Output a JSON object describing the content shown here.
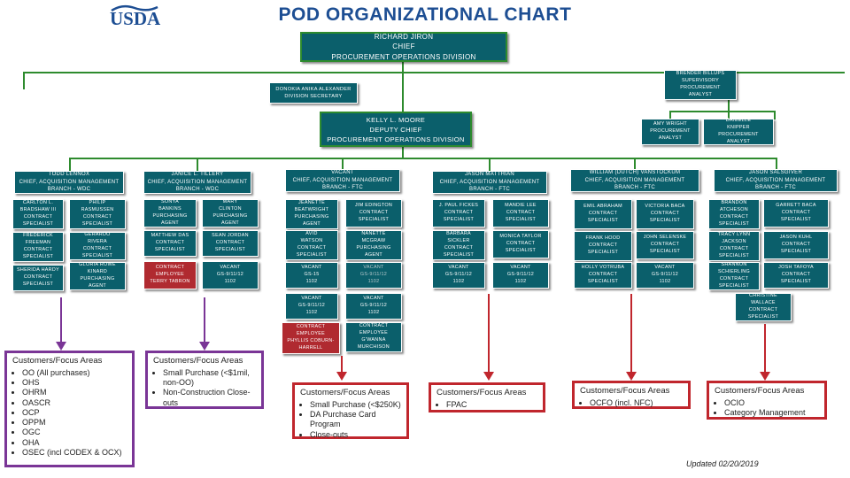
{
  "header": {
    "title": "POD ORGANIZATIONAL CHART",
    "logo_text": "USDA"
  },
  "top": {
    "chief": [
      "RICHARD JIRON",
      "CHIEF",
      "PROCUREMENT OPERATIONS DIVISION"
    ],
    "secretary": [
      "DONOKIA ANIKA ALEXANDER",
      "DIVISION SECRETARY"
    ],
    "supervisory": [
      "BRENDER BILLUPS",
      "SUPERVISORY",
      "PROCUREMENT",
      "ANALYST"
    ],
    "deputy": [
      "KELLY L. MOORE",
      "DEPUTY CHIEF",
      "PROCUREMENT OPERATIONS DIVISION"
    ],
    "analyst1": [
      "AMY WRIGHT",
      "PROCUREMENT",
      "ANALYST"
    ],
    "analyst2": [
      "DANIELLE",
      "KNIPPER",
      "PROCUREMENT",
      "ANALYST"
    ]
  },
  "branches": [
    {
      "lead": [
        "TODD LENNOX",
        "CHIEF, ACQUISITION MANAGEMENT",
        "BRANCH - WDC"
      ],
      "staff": [
        [
          "CARLTON L.",
          "BRADSHAW III",
          "CONTRACT",
          "SPECIALIST"
        ],
        [
          "PHILIP",
          "RASMUSSEN",
          "CONTRACT",
          "SPECIALIST"
        ],
        [
          "FREDERICK",
          "FREEMAN",
          "CONTRACT",
          "SPECIALIST"
        ],
        [
          "GERARDO",
          "RIVERA",
          "CONTRACT",
          "SPECIALIST"
        ],
        [
          "SHERIDA HARDY",
          "CONTRACT",
          "SPECIALIST"
        ],
        [
          "GLORIA ROWE",
          "KINARD",
          "PURCHASING",
          "AGENT"
        ]
      ],
      "focus": {
        "heading": "Customers/Focus Areas",
        "items": [
          "OO (All purchases)",
          "OHS",
          "OHRM",
          "OASCR",
          "OCP",
          "OPPM",
          "OGC",
          "OHA",
          "OSEC (incl CODEX & OCX)"
        ]
      },
      "color": "#7a3596"
    },
    {
      "lead": [
        "JANICE L. TILLERY",
        "CHIEF, ACQUISITION MANAGEMENT",
        "BRANCH - WDC"
      ],
      "staff": [
        [
          "SONYA",
          "BANKINS",
          "PURCHASING",
          "AGENT"
        ],
        [
          "MARY",
          "CLINTON",
          "PURCHASING",
          "AGENT"
        ],
        [
          "MATTHEW DAS",
          "CONTRACT",
          "SPECIALIST"
        ],
        [
          "SEAN JORDAN",
          "CONTRACT",
          "SPECIALIST"
        ],
        [
          "CONTRACT",
          "EMPLOYEE",
          "TERRY TABRON"
        ],
        [
          "VACANT",
          "GS-9/11/12",
          "1102"
        ]
      ],
      "focus": {
        "heading": "Customers/Focus Areas",
        "items": [
          "Small Purchase (<$1mil, non-OO)",
          "Non-Construction Close-outs"
        ]
      },
      "color": "#7a3596"
    },
    {
      "lead": [
        "VACANT",
        "CHIEF, ACQUISITION MANAGEMENT",
        "BRANCH - FTC"
      ],
      "staff": [
        [
          "JEANETTE",
          "BEATWRIGHT",
          "PURCHASING",
          "AGENT"
        ],
        [
          "JIM EDINGTON",
          "CONTRACT",
          "SPECIALIST"
        ],
        [
          "AVID",
          "WATSON",
          "CONTRACT",
          "SPECIALIST"
        ],
        [
          "NANETTE",
          "MCGRAW",
          "PURCHASING",
          "AGENT"
        ],
        [
          "VACANT",
          "GS-15",
          "1102"
        ],
        [
          "VACANT",
          "GS-9/11/12",
          "1102"
        ],
        [
          "VACANT",
          "GS-9/11/12",
          "1102"
        ],
        [
          "VACANT",
          "GS-9/11/12",
          "1102"
        ],
        [
          "CONTRACT",
          "EMPLOYEE",
          "PHYLLIS COBURN-",
          "HARRELL"
        ],
        [
          "CONTRACT",
          "EMPLOYEE",
          "G'WANNA",
          "MURCHISON"
        ]
      ],
      "focus": {
        "heading": "Customers/Focus Areas",
        "items": [
          "Small Purchase (<$250K)",
          "DA Purchase Card Program",
          "Close-outs"
        ]
      },
      "color": "#c0262d"
    },
    {
      "lead": [
        "JASON MATTHIAN",
        "CHIEF, ACQUISITION MANAGEMENT",
        "BRANCH - FTC"
      ],
      "staff": [
        [
          "J. PAUL FICKES",
          "CONTRACT",
          "SPECIALIST"
        ],
        [
          "MANDIE LEE",
          "CONTRACT",
          "SPECIALIST"
        ],
        [
          "BARBARA",
          "SICKLER",
          "CONTRACT",
          "SPECIALIST"
        ],
        [
          "MONICA TAYLOR",
          "CONTRACT",
          "SPECIALIST"
        ],
        [
          "VACANT",
          "GS-9/11/12",
          "1102"
        ],
        [
          "VACANT",
          "GS-9/11/12",
          "1102"
        ]
      ],
      "focus": {
        "heading": "Customers/Focus Areas",
        "items": [
          "FPAC"
        ]
      },
      "color": "#c0262d"
    },
    {
      "lead": [
        "WILLIAM (DUTCH) VANSTOCKUM",
        "CHIEF, ACQUISITION MANAGEMENT",
        "BRANCH - FTC"
      ],
      "staff": [
        [
          "EMIL ABRAHAM",
          "CONTRACT",
          "SPECIALIST"
        ],
        [
          "VICTORIA BACA",
          "CONTRACT",
          "SPECIALIST"
        ],
        [
          "FRANK HOOD",
          "CONTRACT",
          "SPECIALIST"
        ],
        [
          "JOHN SELENSKE",
          "CONTRACT",
          "SPECIALIST"
        ],
        [
          "HOLLY VOTRUBA",
          "CONTRACT",
          "SPECIALIST"
        ],
        [
          "VACANT",
          "GS-9/11/12",
          "1102"
        ]
      ],
      "focus": {
        "heading": "Customers/Focus Areas",
        "items": [
          "OCFO (incl. NFC)"
        ]
      },
      "color": "#c0262d"
    },
    {
      "lead": [
        "JASON SALSGIVER",
        "CHIEF, ACQUISITION MANAGEMENT",
        "BRANCH - FTC"
      ],
      "staff": [
        [
          "BRANDON",
          "ATCHESON",
          "CONTRACT",
          "SPECIALIST"
        ],
        [
          "GARRETT BACA",
          "CONTRACT",
          "SPECIALIST"
        ],
        [
          "TRACY LYNN",
          "JACKSON",
          "CONTRACT",
          "SPECIALIST"
        ],
        [
          "JASON KUHL",
          "CONTRACT",
          "SPECIALIST"
        ],
        [
          "SHANNON",
          "SCHIERLING",
          "CONTRACT",
          "SPECIALIST"
        ],
        [
          "JOSH TAFOYA",
          "CONTRACT",
          "SPECIALIST"
        ],
        [
          "CHRISTINE",
          "WALLACE",
          "CONTRACT",
          "SPECIALIST"
        ]
      ],
      "focus": {
        "heading": "Customers/Focus Areas",
        "items": [
          "OCIO",
          "Category Management"
        ]
      },
      "color": "#c0262d"
    }
  ],
  "footer": {
    "updated": "Updated 02/20/2019"
  }
}
